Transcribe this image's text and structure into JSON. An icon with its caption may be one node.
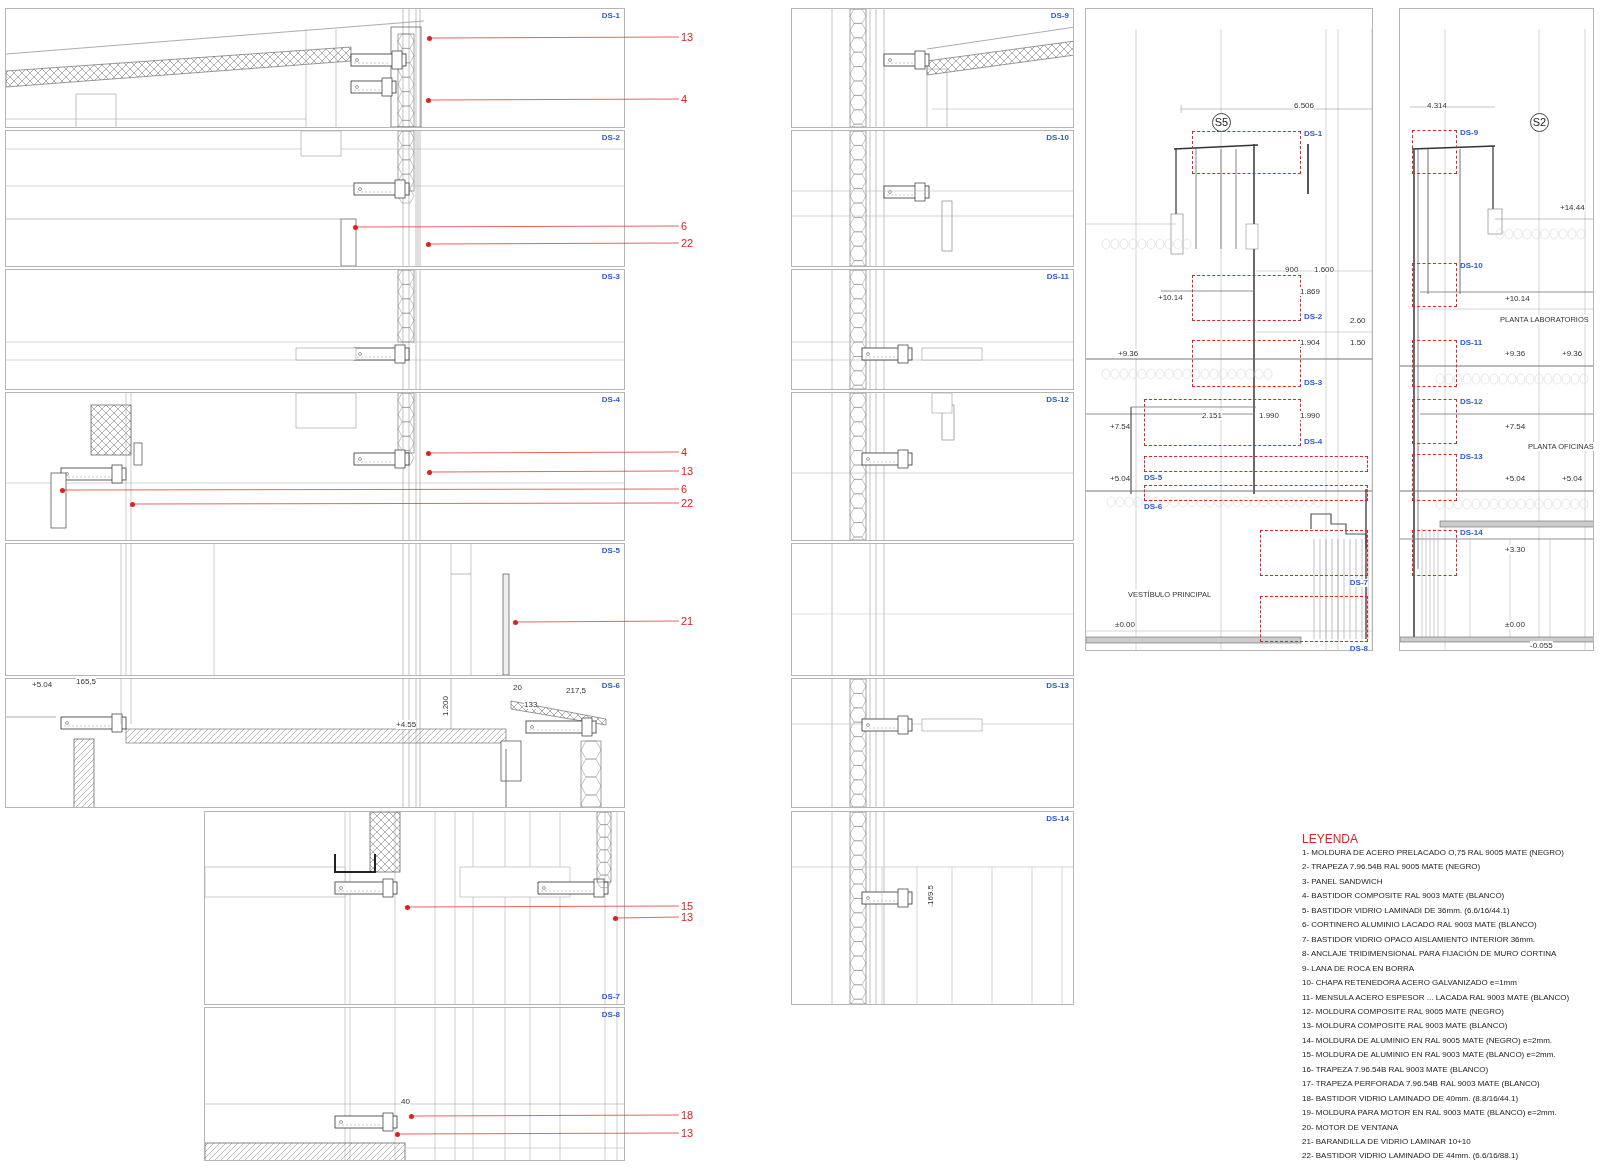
{
  "diagram": {
    "nodes": [
      {
        "text": [
          "DS-1"
        ]
      },
      {
        "text": [
          "DS-2"
        ]
      },
      {
        "text": [
          "DS-3"
        ]
      },
      {
        "text": [
          "DS-4"
        ]
      },
      {
        "text": [
          "DS-5"
        ]
      },
      {
        "text": [
          "DS-6"
        ]
      },
      {
        "text": [
          "DS-7"
        ]
      },
      {
        "text": [
          "DS-8"
        ]
      },
      {
        "text": [
          "DS-9"
        ]
      },
      {
        "text": [
          "DS-10"
        ]
      },
      {
        "text": [
          "DS-11"
        ]
      },
      {
        "text": [
          "DS-12"
        ]
      },
      {
        "text": [],
        "shape": "box"
      },
      {
        "text": [
          "DS-13"
        ]
      },
      {
        "text": [
          "DS-14"
        ]
      },
      {
        "text": [],
        "shape": "box"
      },
      {
        "text": [
          "S5"
        ],
        "in": 15
      },
      {
        "text": [
          "DS-1"
        ],
        "in": 15
      },
      {
        "text": [
          "DS-2"
        ],
        "in": 15
      },
      {
        "text": [
          "DS-3"
        ],
        "in": 15
      },
      {
        "text": [
          "DS-4"
        ],
        "in": 15
      },
      {
        "text": [
          "DS-5"
        ],
        "in": 15
      },
      {
        "text": [
          "DS-6"
        ],
        "in": 15
      },
      {
        "text": [
          "DS-7"
        ],
        "in": 15
      },
      {
        "text": [
          "DS-8"
        ],
        "in": 15
      },
      {
        "text": [],
        "shape": "box"
      },
      {
        "text": [
          "S2"
        ],
        "in": 25
      },
      {
        "text": [
          "DS-9"
        ],
        "in": 25
      },
      {
        "text": [
          "DS-10"
        ],
        "in": 25
      },
      {
        "text": [
          "DS-11"
        ],
        "in": 25
      },
      {
        "text": [
          "DS-12"
        ],
        "in": 25
      },
      {
        "text": [
          "DS-13"
        ],
        "in": 25
      },
      {
        "text": [
          "DS-14"
        ],
        "in": 25
      },
      {
        "text": [
          "13"
        ]
      },
      {
        "text": [
          "4"
        ]
      },
      {
        "text": [
          "6"
        ]
      },
      {
        "text": [
          "22"
        ]
      },
      {
        "text": [
          "4"
        ]
      },
      {
        "text": [
          "13"
        ]
      },
      {
        "text": [
          "6"
        ]
      },
      {
        "text": [
          "22"
        ]
      },
      {
        "text": [
          "21"
        ]
      },
      {
        "text": [
          "15"
        ]
      },
      {
        "text": [
          "13"
        ]
      },
      {
        "text": [
          "18"
        ]
      },
      {
        "text": [
          "13"
        ]
      },
      {
        "text": [],
        "shape": "circle",
        "in": 0
      },
      {
        "text": [],
        "shape": "circle",
        "in": 0
      },
      {
        "text": [],
        "shape": "circle",
        "in": 1
      },
      {
        "text": [],
        "shape": "circle",
        "in": 1
      },
      {
        "text": [],
        "shape": "circle",
        "in": 3
      },
      {
        "text": [],
        "shape": "circle",
        "in": 3
      },
      {
        "text": [],
        "shape": "circle",
        "in": 3
      },
      {
        "text": [],
        "shape": "circle",
        "in": 3
      },
      {
        "text": [],
        "shape": "circle",
        "in": 4
      },
      {
        "text": [],
        "shape": "circle",
        "in": 6
      },
      {
        "text": [],
        "shape": "circle",
        "in": 6
      },
      {
        "text": [],
        "shape": "circle",
        "in": 7
      },
      {
        "text": [],
        "shape": "circle",
        "in": 7
      }
    ],
    "edges": [
      {
        "from": 33,
        "to": 46,
        "arrow": "none"
      },
      {
        "from": 34,
        "to": 47,
        "arrow": "none"
      },
      {
        "from": 35,
        "to": 48,
        "arrow": "none"
      },
      {
        "from": 36,
        "to": 49,
        "arrow": "none"
      },
      {
        "from": 37,
        "to": 50,
        "arrow": "none"
      },
      {
        "from": 38,
        "to": 51,
        "arrow": "none"
      },
      {
        "from": 39,
        "to": 52,
        "arrow": "none"
      },
      {
        "from": 40,
        "to": 53,
        "arrow": "none"
      },
      {
        "from": 41,
        "to": 54,
        "arrow": "none"
      },
      {
        "from": 42,
        "to": 55,
        "arrow": "none"
      },
      {
        "from": 43,
        "to": 56,
        "arrow": "none"
      },
      {
        "from": 44,
        "to": 57,
        "arrow": "none"
      },
      {
        "from": 45,
        "to": 58,
        "arrow": "none"
      }
    ],
    "labels": [
      "+5.04",
      "165,5",
      "1.200",
      "+4.55",
      "20",
      "217,5",
      "133",
      "169.5",
      "40",
      "6.506",
      "900",
      "1.600",
      "+10.14",
      "1.869",
      "2.60",
      "1.904",
      "1.50",
      "+9.36",
      "2.151",
      "1.990",
      "1.990",
      "+7.54",
      "+5.04",
      "VESTÍBULO PRINCIPAL",
      "±0.00",
      "4.314",
      "+14.44",
      "+10.14",
      "PLANTA LABORATORIOS",
      "+9.36",
      "+9.36",
      "+7.54",
      "PLANTA OFICINAS",
      "+5.04",
      "+5.04",
      "+3.30",
      "±0.00",
      "-0.055",
      "LEYENDA",
      "1- MOLDURA DE ACERO PRELACADO O,75 RAL 9005 MATE (NEGRO)",
      "2- TRAPEZA 7.96.54B RAL 9005 MATE (NEGRO)",
      "3- PANEL SANDWICH",
      "4- BASTIDOR COMPOSITE RAL 9003 MATE (BLANCO)",
      "5- BASTIDOR VIDRIO LAMINADI DE 36mm. (6.6/16/44.1)",
      "6- CORTINERO ALUMINIO LACADO RAL 9003 MATE (BLANCO)",
      "7- BASTIDOR VIDRIO OPACO AISLAMIENTO INTERIOR 36mm.",
      "8- ANCLAJE TRIDIMENSIONAL PARA FIJACIÓN DE MURO CORTINA",
      "9- LANA DE ROCA EN BORRA",
      "10- CHAPA RETENEDORA ACERO GALVANIZADO e=1mm",
      "11- MENSULA ACERO ESPESOR ... LACADA RAL 9003 MATE (BLANCO)",
      "12- MOLDURA COMPOSITE RAL 9005 MATE (NEGRO)",
      "13- MOLDURA COMPOSITE RAL 9003 MATE (BLANCO)",
      "14- MOLDURA DE ALUMINIO EN RAL 9005 MATE (NEGRO) e=2mm.",
      "15- MOLDURA DE ALUMINIO EN RAL 9003 MATE (BLANCO) e=2mm.",
      "16- TRAPEZA 7.96.54B RAL 9003 MATE (BLANCO)",
      "17- TRAPEZA PERFORADA 7.96.54B RAL 9003 MATE (BLANCO)",
      "18- BASTIDOR VIDRIO LAMINADO DE 40mm. (8.8/16/44.1)",
      "19- MOLDURA PARA MOTOR EN RAL 9003 MATE (BLANCO) e=2mm.",
      "20- MOTOR DE VENTANA",
      "21- BARANDILLA DE VIDRIO LAMINAR 10+10",
      "22- BASTIDOR VIDRIO LAMINADO DE 44mm. (6.6/16/88.1)"
    ]
  }
}
